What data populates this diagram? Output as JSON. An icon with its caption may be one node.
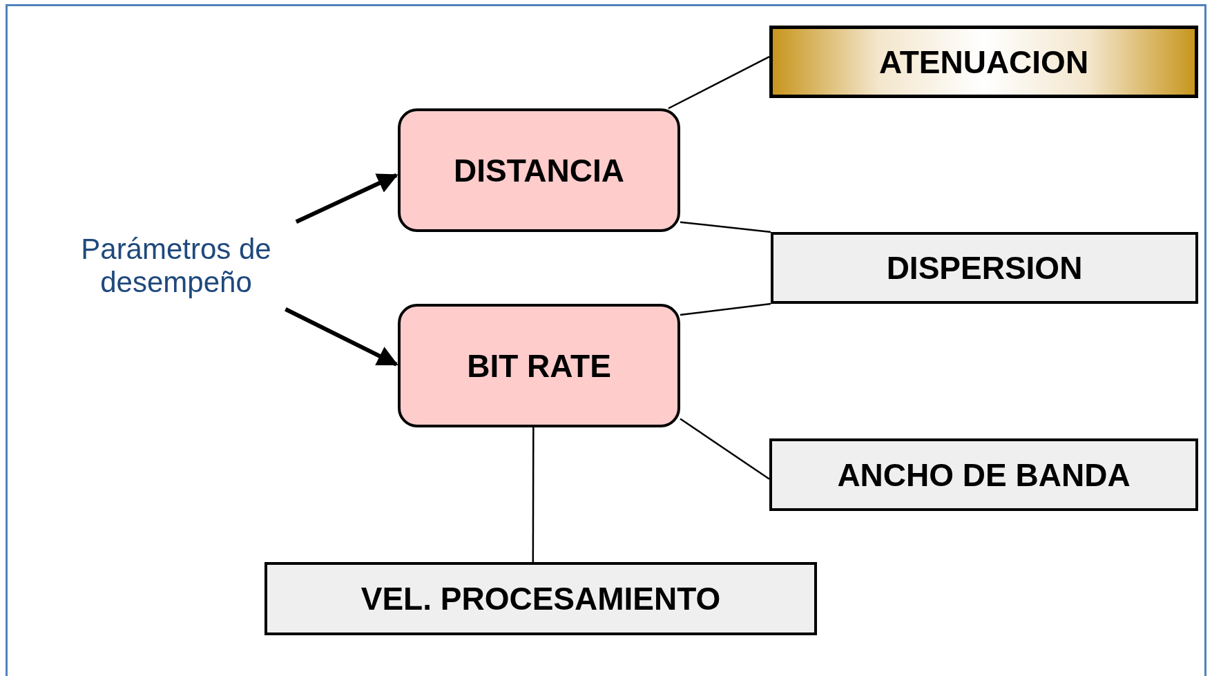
{
  "diagram": {
    "nodes": [
      {
        "text": [
          "Parámetros de desempeño"
        ]
      },
      {
        "text": [
          "DISTANCIA"
        ]
      },
      {
        "text": [
          "BIT RATE"
        ]
      },
      {
        "text": [
          "ATENUACION"
        ]
      },
      {
        "text": [
          "DISPERSION"
        ]
      },
      {
        "text": [
          "ANCHO DE BANDA"
        ]
      },
      {
        "text": [
          "VEL. PROCESAMIENTO"
        ]
      }
    ],
    "edges": [
      {
        "from": 0,
        "to": 1,
        "arrow": "to",
        "style": "thick"
      },
      {
        "from": 0,
        "to": 2,
        "arrow": "to",
        "style": "thick"
      },
      {
        "from": 1,
        "to": 3,
        "arrow": "none"
      },
      {
        "from": 1,
        "to": 4,
        "arrow": "none"
      },
      {
        "from": 2,
        "to": 4,
        "arrow": "none"
      },
      {
        "from": 2,
        "to": 5,
        "arrow": "none"
      },
      {
        "from": 2,
        "to": 6,
        "arrow": "none"
      }
    ]
  }
}
